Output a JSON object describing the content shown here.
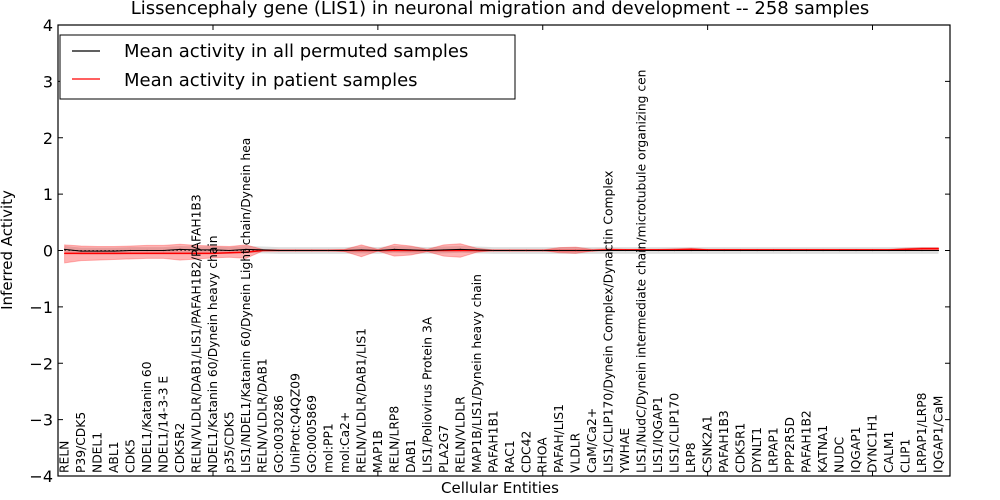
{
  "chart_data": {
    "type": "line",
    "title": "Lissencephaly gene (LIS1) in neuronal migration and development -- 258 samples",
    "xlabel": "Cellular Entities",
    "ylabel": "Inferred Activity",
    "ylim": [
      -4,
      4
    ],
    "yticks": [
      -4,
      -3,
      -2,
      -1,
      0,
      1,
      2,
      3,
      4
    ],
    "xlim": [
      0.6,
      54.7
    ],
    "xticks_minor": [
      10,
      20,
      30,
      40,
      50
    ],
    "grid": false,
    "legend_position": "top-left",
    "categories": [
      "RELN",
      "P39/CDK5",
      "NDEL1",
      "ABL1",
      "CDK5",
      "NDEL1/Katanin 60",
      "NDEL1/14-3-3 E",
      "CDK5R2",
      "RELN/VLDLR/DAB1/LIS1/PAFAH1B2/PAFAH1B3",
      "NDEL1/Katanin 60/Dynein heavy chain",
      "p35/CDK5",
      "LIS1/NDEL1/Katanin 60/Dynein Light chain/Dynein hea",
      "RELN/VLDLR/DAB1",
      "GO:0030286",
      "UniProt:Q4QZ09",
      "GO:0005869",
      "mol:PP1",
      "mol:Ca2+",
      "RELN/VLDLR/DAB1/LIS1",
      "MAP1B",
      "RELN/LRP8",
      "DAB1",
      "LIS1/Poliovirus Protein 3A",
      "PLA2G7",
      "RELN/VLDLR",
      "MAP1B/LIS1/Dynein heavy chain",
      "PAFAH1B1",
      "RAC1",
      "CDC42",
      "RHOA",
      "PAFAH/LIS1",
      "VLDLR",
      "CaM/Ca2+",
      "LIS1/CLIP170/Dynein Complex/Dynactin Complex",
      "YWHAE",
      "LIS1/NudC/Dynein intermediate chain/microtubule organizing cen",
      "LIS1/IQGAP1",
      "LIS1/CLIP170",
      "LRP8",
      "CSNK2A1",
      "PAFAH1B3",
      "CDK5R1",
      "DYNLT1",
      "LRPAP1",
      "PPP2R5D",
      "PAFAH1B2",
      "KATNA1",
      "NUDC",
      "IQGAP1",
      "DYNC1H1",
      "CALM1",
      "CLIP1",
      "LRPAP1/LRP8",
      "IQGAP1/CaM"
    ],
    "series": [
      {
        "name": "Mean activity in all permuted samples",
        "color": "#000000",
        "values": [
          0.02,
          -0.01,
          -0.01,
          -0.01,
          0,
          0,
          0,
          0.02,
          0.01,
          0.01,
          0,
          0.02,
          0.01,
          0,
          0,
          0,
          0,
          0,
          0.01,
          0,
          0.02,
          0.01,
          0,
          0.01,
          0.02,
          0.01,
          0,
          0,
          0,
          0,
          0,
          0,
          0,
          0,
          0,
          0,
          0,
          0,
          0,
          0,
          0,
          0,
          0,
          0,
          0,
          0,
          0,
          0,
          0,
          0,
          0,
          0,
          0,
          0
        ],
        "band": 0.06
      },
      {
        "name": "Mean activity in patient samples",
        "color": "#ff0000",
        "values": [
          -0.05,
          -0.05,
          -0.05,
          -0.05,
          -0.05,
          -0.05,
          -0.05,
          -0.05,
          -0.05,
          -0.05,
          -0.04,
          -0.03,
          0,
          0,
          0,
          0,
          0,
          0,
          0,
          0,
          0,
          0,
          0,
          0,
          0,
          0,
          0,
          0,
          0,
          0,
          0,
          0,
          0,
          0.01,
          0.01,
          0.01,
          0.01,
          0.01,
          0.02,
          0.01,
          0.01,
          0.01,
          0.01,
          0.01,
          0.01,
          0.01,
          0.01,
          0.01,
          0.01,
          0.01,
          0.01,
          0.02,
          0.03,
          0.03
        ],
        "lower": [
          -0.22,
          -0.18,
          -0.17,
          -0.16,
          -0.15,
          -0.14,
          -0.14,
          -0.17,
          -0.15,
          -0.13,
          -0.12,
          -0.14,
          -0.01,
          0,
          0,
          0,
          0,
          -0.02,
          -0.11,
          -0.01,
          -0.1,
          -0.08,
          -0.02,
          -0.1,
          -0.12,
          -0.03,
          0,
          0,
          0,
          0,
          -0.04,
          -0.05,
          -0.01,
          0,
          0,
          0,
          0,
          0,
          0,
          0,
          0,
          0,
          0,
          0,
          0,
          0,
          0,
          0,
          0,
          0,
          0,
          0,
          0,
          0
        ],
        "upper": [
          0.1,
          0.08,
          0.07,
          0.07,
          0.08,
          0.09,
          0.09,
          0.11,
          0.09,
          0.08,
          0.07,
          0.1,
          0.02,
          0.01,
          0.01,
          0.01,
          0.01,
          0.02,
          0.1,
          0.02,
          0.11,
          0.08,
          0.02,
          0.1,
          0.12,
          0.04,
          0.01,
          0.01,
          0.01,
          0.01,
          0.05,
          0.06,
          0.02,
          0.03,
          0.02,
          0.02,
          0.02,
          0.03,
          0.04,
          0.02,
          0.02,
          0.02,
          0.02,
          0.02,
          0.02,
          0.02,
          0.02,
          0.02,
          0.02,
          0.02,
          0.02,
          0.04,
          0.05,
          0.05
        ]
      }
    ]
  }
}
